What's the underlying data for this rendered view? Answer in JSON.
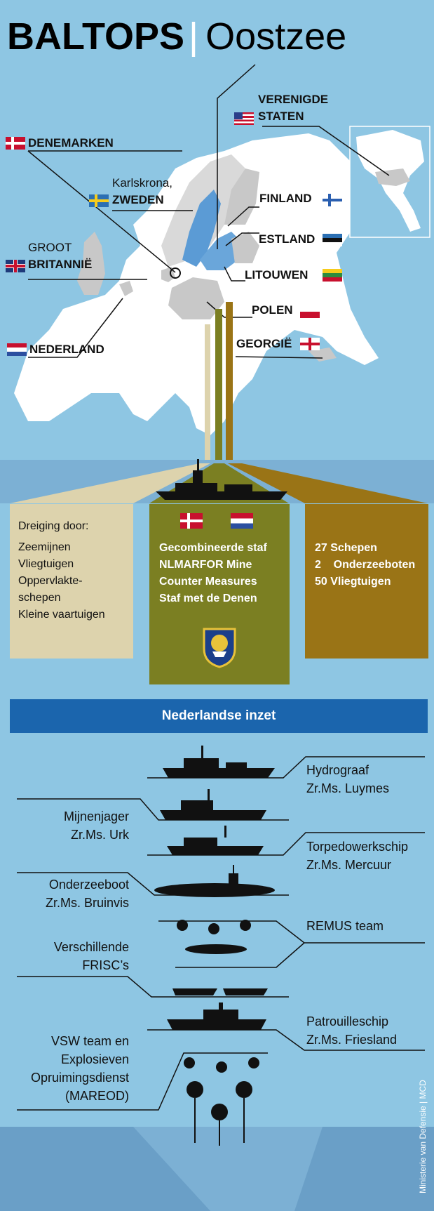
{
  "title": {
    "main": "BALTOPS",
    "separator": "|",
    "sub": "Oostzee"
  },
  "countries": {
    "verenigde_staten_1": "VERENIGDE",
    "verenigde_staten_2": "STATEN",
    "denemarken": "DENEMARKEN",
    "karlskrona": "Karlskrona,",
    "zweden": "ZWEDEN",
    "finland": "FINLAND",
    "estland": "ESTLAND",
    "groot": "GROOT",
    "britannie": "BRITANNIË",
    "litouwen": "LITOUWEN",
    "polen": "POLEN",
    "nederland": "NEDERLAND",
    "georgie": "GEORGIË"
  },
  "threat_panel": {
    "heading": "Dreiging door:",
    "items": [
      "Zeemijnen",
      "Vliegtuigen",
      "Oppervlakte-",
      "schepen",
      "Kleine vaartuigen"
    ]
  },
  "staff_panel": {
    "lines": [
      "Gecombineerde staf",
      "NLMARFOR Mine",
      "Counter Measures",
      "Staf met de Denen"
    ]
  },
  "force_panel": {
    "lines": [
      "27 Schepen",
      "2    Onderzeeboten",
      "50 Vliegtuigen"
    ]
  },
  "banner": "Nederlandse inzet",
  "ships": {
    "hydrograaf": [
      "Hydrograaf",
      "Zr.Ms. Luymes"
    ],
    "mijnenjager": [
      "Mijnenjager",
      "Zr.Ms. Urk"
    ],
    "torpedo": [
      "Torpedowerkschip",
      "Zr.Ms. Mercuur"
    ],
    "onderzeeboot": [
      "Onderzeeboot",
      "Zr.Ms. Bruinvis"
    ],
    "remus": [
      "REMUS team"
    ],
    "frisc": [
      "Verschillende",
      "FRISC’s"
    ],
    "patrouille": [
      "Patrouilleschip",
      "Zr.Ms. Friesland"
    ],
    "vsw": [
      "VSW team en",
      "Explosieven",
      "Opruimingsdienst",
      "(MAREOD)"
    ]
  },
  "credit": "Ministerie van Defensie | MCD",
  "colors": {
    "sky": "#8ec6e3",
    "threat": "#ddd3ad",
    "staff": "#7b7f22",
    "force": "#9a7416",
    "banner": "#1b65ad",
    "sweden_blue": "#5b9bd5",
    "land_grey": "#c8c8c8"
  }
}
